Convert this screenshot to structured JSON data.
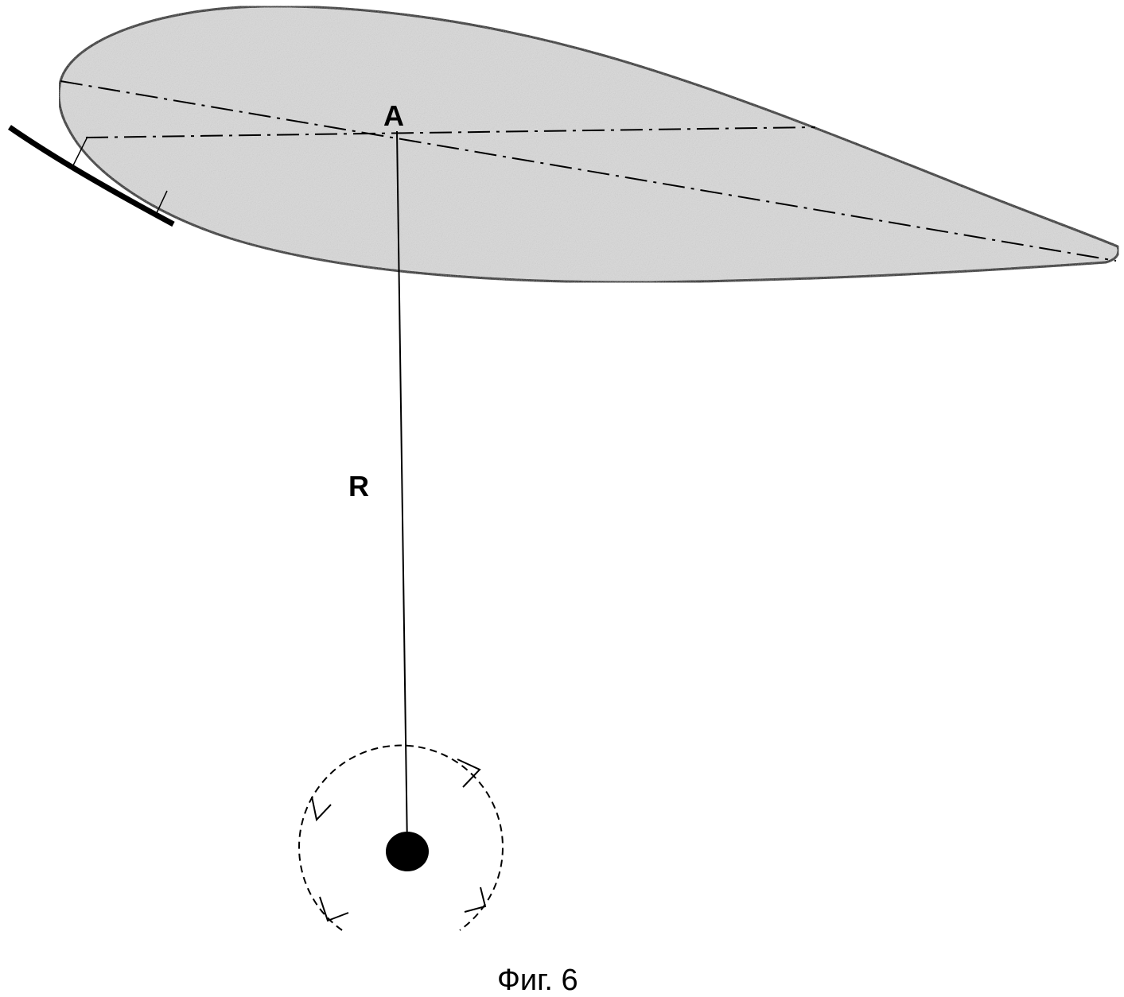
{
  "labels": {
    "point_a": "A",
    "radius": "R"
  },
  "caption": "Фиг. 6",
  "colors": {
    "airfoil_fill": "#d9d9d9",
    "stroke": "#000000",
    "background": "#ffffff"
  }
}
